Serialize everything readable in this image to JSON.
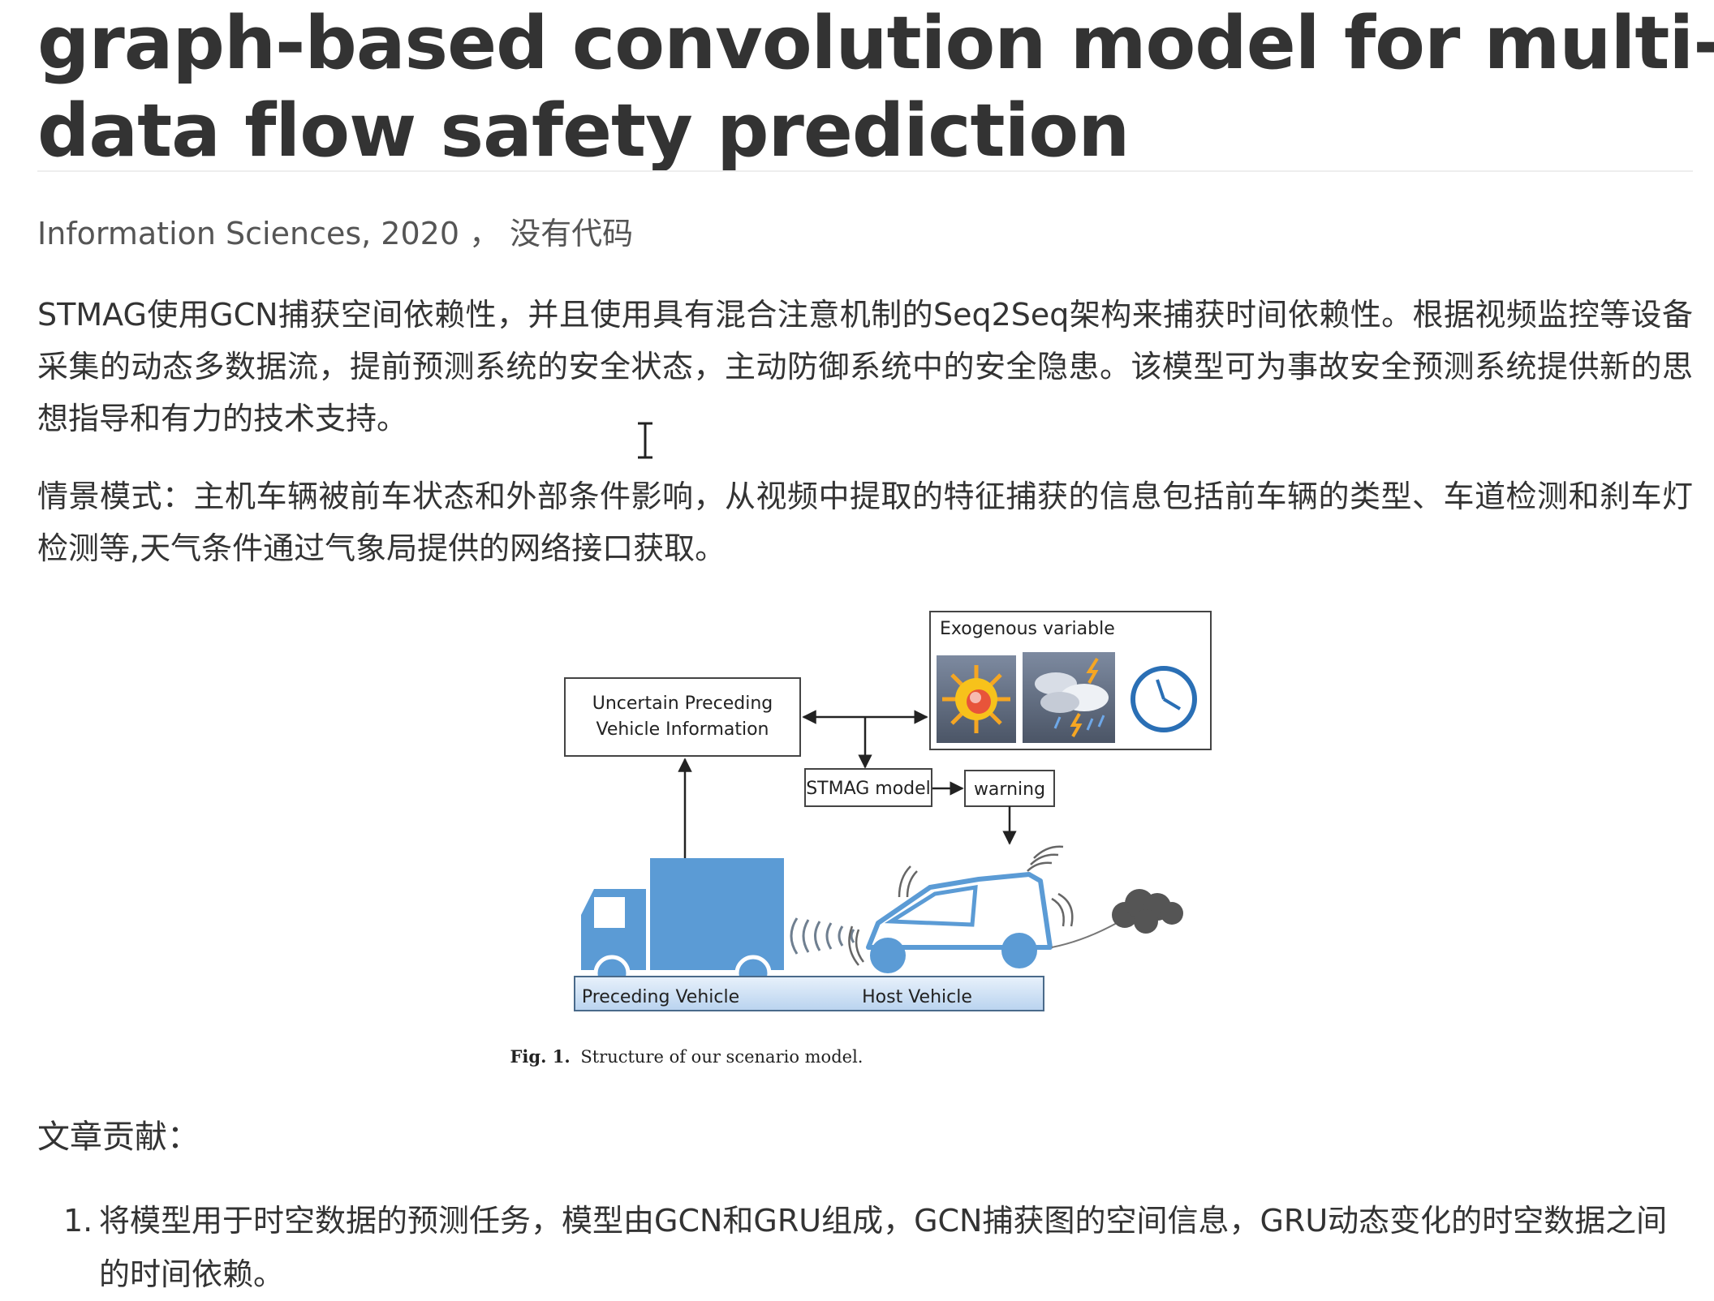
{
  "article": {
    "title_line1": "graph-based convolution model for multi-",
    "title_line2": "data flow safety prediction",
    "meta": "Information Sciences, 2020 ， 没有代码",
    "paragraph1": "STMAG使用GCN捕获空间依赖性，并且使用具有混合注意机制的Seq2Seq架构来捕获时间依赖性。根据视频监控等设备采集的动态多数据流，提前预测系统的安全状态，主动防御系统中的安全隐患。该模型可为事故安全预测系统提供新的思想指导和有力的技术支持。",
    "paragraph2": "情景模式：主机车辆被前车状态和外部条件影响，从视频中提取的特征捕获的信息包括前车辆的类型、车道检测和刹车灯检测等,天气条件通过气象局提供的网络接口获取。",
    "contributions_heading": "文章贡献：",
    "contributions": [
      {
        "num": "1.",
        "text": "将模型用于时空数据的预测任务，模型由GCN和GRU组成，GCN捕获图的空间信息，GRU动态变化的时空数据之间的时间依赖。"
      }
    ]
  },
  "figure": {
    "uncertain_line1": "Uncertain Preceding",
    "uncertain_line2": "Vehicle Information",
    "exogenous": "Exogenous variable",
    "stmag": "STMAG model",
    "warning": "warning",
    "preceding": "Preceding Vehicle",
    "host": "Host Vehicle",
    "caption_label": "Fig. 1.",
    "caption_text": "Structure of our scenario model.",
    "colors": {
      "vehicle": "#5b9bd5",
      "road": "#c9ddf2",
      "smoke": "#555555"
    }
  }
}
